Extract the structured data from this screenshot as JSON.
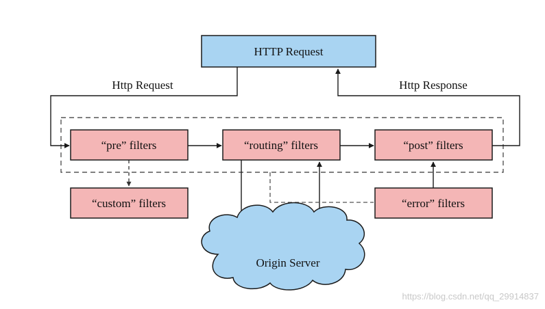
{
  "colors": {
    "request_box": "#a9d4f2",
    "filter_box": "#f4b6b6",
    "cloud": "#a9d4f2",
    "stroke": "#1a1a1a",
    "dashed": "#555555",
    "watermark": "#c8c8c8"
  },
  "nodes": {
    "http_request": "HTTP Request",
    "pre": "“pre” filters",
    "routing": "“routing” filters",
    "post": "“post” filters",
    "custom": "“custom” filters",
    "error": "“error” filters",
    "origin": "Origin Server"
  },
  "edges": {
    "http_request_label": "Http Request",
    "http_response_label": "Http Response"
  },
  "watermark": "https://blog.csdn.net/qq_29914837"
}
